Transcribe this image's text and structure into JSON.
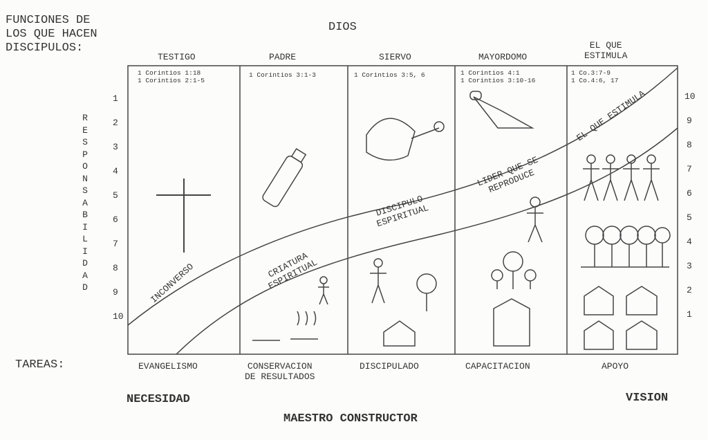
{
  "title_lines": [
    "FUNCIONES DE",
    "LOS QUE HACEN",
    "DISCIPULOS:"
  ],
  "top_label": "DIOS",
  "roles": [
    "TESTIGO",
    "PADRE",
    "SIERVO",
    "MAYORDOMO",
    "EL QUE ESTIMULA"
  ],
  "role_last_lines": [
    "EL QUE",
    "ESTIMULA"
  ],
  "references": [
    [
      "1 Corintios 1:18",
      "1 Corintios 2:1-5"
    ],
    [
      "1 Corintios 3:1-3"
    ],
    [
      "1 Corintios 3:5, 6"
    ],
    [
      "1 Corintios 4:1",
      "1 Corintios 3:10-16"
    ],
    [
      "1 Co.3:7-9",
      "1 Co.4:6, 17"
    ]
  ],
  "left_axis_label": "RESPONSABILIDAD",
  "left_scale": [
    "1",
    "2",
    "3",
    "4",
    "5",
    "6",
    "7",
    "8",
    "9",
    "10"
  ],
  "right_scale": [
    "10",
    "9",
    "8",
    "7",
    "6",
    "5",
    "4",
    "3",
    "2",
    "1"
  ],
  "stages": [
    "INCONVERSO",
    "CRIATURA ESPIRITUAL",
    "DISCIPULO ESPIRITUAL",
    "LIDER QUE SE REPRODUCE",
    "EL QUE ESTIMULA"
  ],
  "tasks_label": "TAREAS:",
  "tasks": [
    "EVANGELISMO",
    "CONSERVACION DE RESULTADOS",
    "DISCIPULADO",
    "CAPACITACION",
    "APOYO"
  ],
  "task2_lines": [
    "CONSERVACION",
    "DE RESULTADOS"
  ],
  "bottom_left": "NECESIDAD",
  "bottom_right": "VISION",
  "bottom_center": "MAESTRO CONSTRUCTOR"
}
